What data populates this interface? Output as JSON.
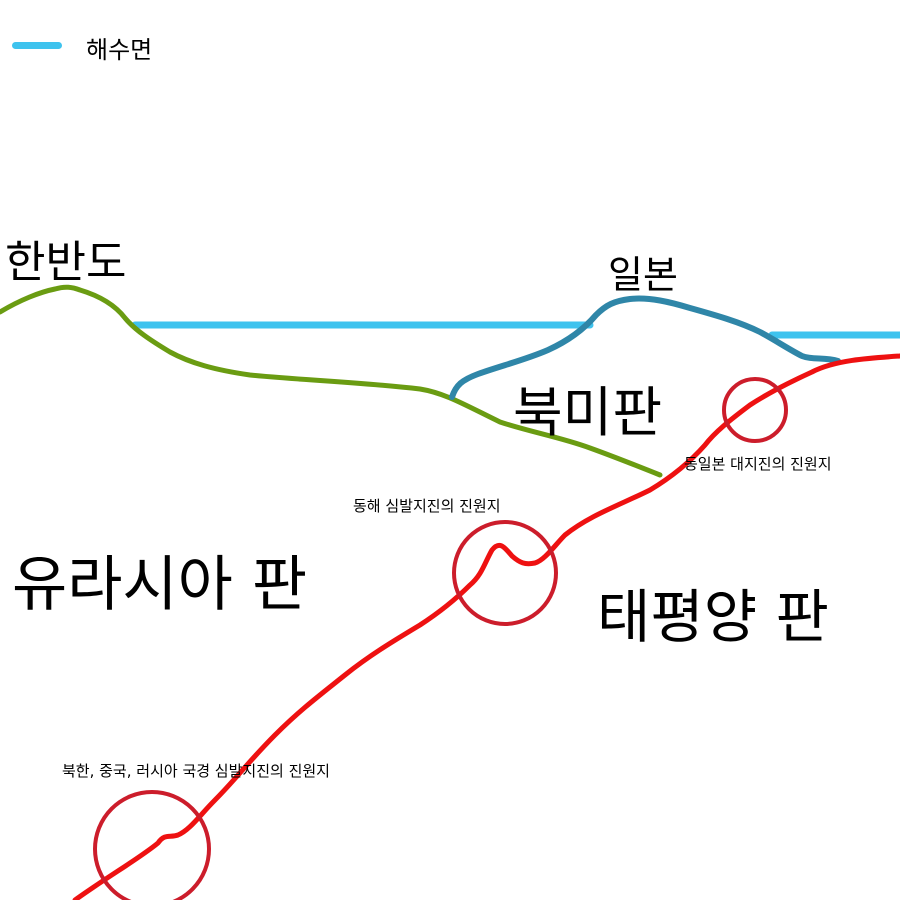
{
  "legend": {
    "sea_level_label": "해수면",
    "sea_level_color": "#3ec3ee"
  },
  "labels": {
    "korean_peninsula": "한반도",
    "japan": "일본",
    "north_american_plate": "북미판",
    "eurasian_plate": "유라시아 판",
    "pacific_plate": "태평양 판",
    "east_japan_quake": "동일본 대지진의 진원지",
    "east_sea_deep_quake": "동해 심발지진의 진원지",
    "border_deep_quake": "북한, 중국, 러시아 국경 심발지진의 진원지"
  },
  "colors": {
    "eurasian_surface": "#6a9c12",
    "north_american_surface": "#2f86a8",
    "pacific_slab": "#ee1111",
    "epicenter_circle": "#cc1d2b",
    "sea_level": "#3ec3ee"
  },
  "icons": [
    "sea-level-line",
    "epicenter-circle"
  ]
}
